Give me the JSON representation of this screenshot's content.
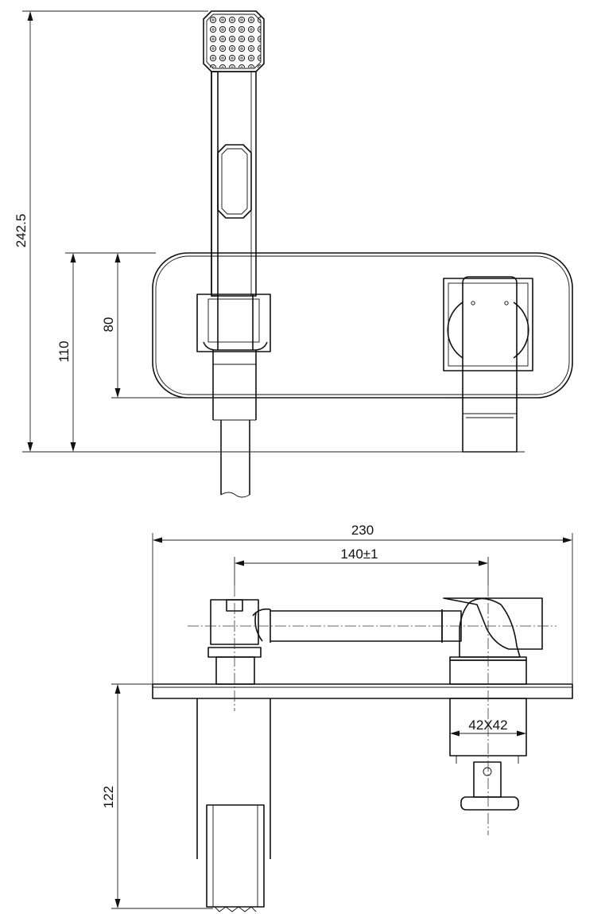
{
  "dimensions": {
    "overall_height": "242.5",
    "plate_height_outer": "110",
    "plate_height_inner": "80",
    "plate_width": "230",
    "spacing": "140±1",
    "body_section": "42X42",
    "projection_depth": "122"
  }
}
